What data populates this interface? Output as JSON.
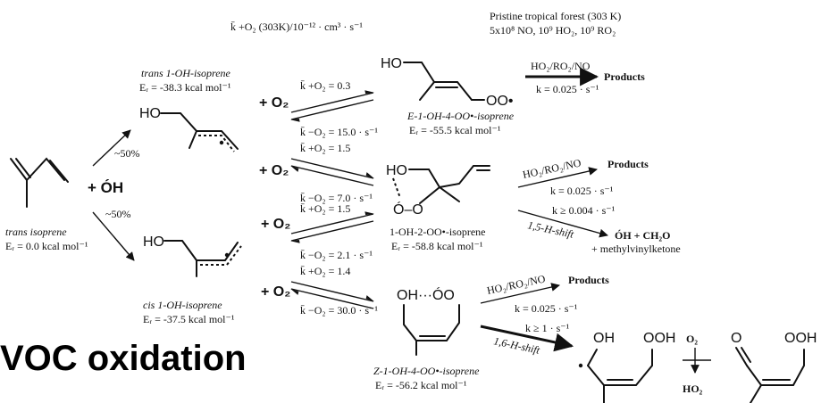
{
  "header": {
    "rate_note": "k̄ +O₂ (303K)/10⁻¹² · cm³ · s⁻¹",
    "conditions_line1": "Pristine tropical forest (303 K)",
    "conditions_line2": "5x10⁸ NO, 10⁹ HO₂, 10⁹ RO₂"
  },
  "reactant": {
    "name": "trans isoprene",
    "energy": "Eᵣ = 0.0 kcal mol⁻¹",
    "plus_oh": "+ ÓH",
    "branch_top": "~50%",
    "branch_bottom": "~50%"
  },
  "adducts": {
    "trans_name": "trans 1-OH-isoprene",
    "trans_energy": "Eᵣ = -38.3 kcal mol⁻¹",
    "cis_name": "cis 1-OH-isoprene",
    "cis_energy": "Eᵣ = -37.5 kcal mol⁻¹"
  },
  "o2_plus": [
    "+ O₂",
    "+ O₂",
    "+ O₂",
    "+ O₂"
  ],
  "rates": [
    {
      "fwd": "k̄ +O₂ = 0.3",
      "rev": "k̄ −O₂ = 15.0 · s⁻¹"
    },
    {
      "fwd": "k̄ +O₂ = 1.5",
      "rev": "k̄ −O₂ = 7.0 · s⁻¹"
    },
    {
      "fwd": "k̄ +O₂ = 1.5",
      "rev": "k̄ −O₂ = 2.1 · s⁻¹"
    },
    {
      "fwd": "k̄ +O₂ = 1.4",
      "rev": "k̄ −O₂ = 30.0 · s⁻¹"
    }
  ],
  "peroxy": [
    {
      "name": "E-1-OH-4-OO•-isoprene",
      "energy": "Eᵣ = -55.5 kcal mol⁻¹"
    },
    {
      "name": "1-OH-2-OO•-isoprene",
      "energy": "Eᵣ = -58.8 kcal mol⁻¹"
    },
    {
      "name": "Z-1-OH-4-OO•-isoprene",
      "energy": "Eᵣ = -56.2 kcal mol⁻¹"
    }
  ],
  "atoms": {
    "ho": "HO",
    "oo_dot": "OO•",
    "o_dot_o": "Ó–O",
    "oh_oo": "OH···ÓO",
    "oh": "OH",
    "ooh": "OOH",
    "o": "O"
  },
  "channels": {
    "bimolecular_reagents": "HO₂/RO₂/NO",
    "bimolecular_rate": "k = 0.025 · s⁻¹",
    "products": "Products",
    "shift15_rate": "k ≥ 0.004 · s⁻¹",
    "shift15_label": "1,5-H-shift",
    "shift15_products_1": "ÓH + CH₂O",
    "shift15_products_2": "+ methylvinylketone",
    "shift16_rate": "k ≥ 1 · s⁻¹",
    "shift16_label": "1,6-H-shift",
    "o2_in": "O₂",
    "ho2_out": "HO₂"
  },
  "slide_title": "VOC oxidation"
}
